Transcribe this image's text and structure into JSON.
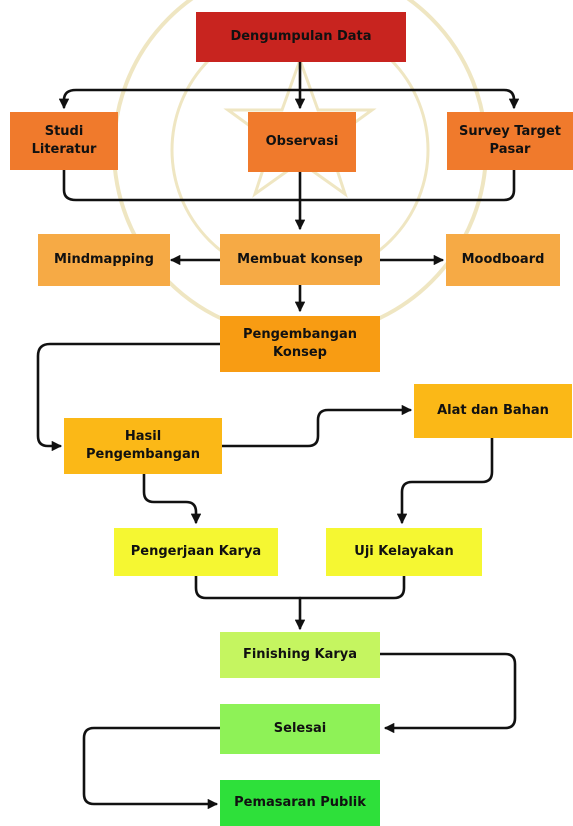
{
  "nodes": {
    "dengumpulan": {
      "label": "Dengumpulan Data",
      "color": "#c8241f"
    },
    "studi": {
      "label": "Studi\nLiteratur",
      "color": "#f07a2c"
    },
    "observasi": {
      "label": "Observasi",
      "color": "#f07a2c"
    },
    "survey": {
      "label": "Survey Target\nPasar",
      "color": "#f07a2c"
    },
    "mindmapping": {
      "label": "Mindmapping",
      "color": "#f6aa45"
    },
    "konsep": {
      "label": "Membuat konsep",
      "color": "#f6aa45"
    },
    "moodboard": {
      "label": "Moodboard",
      "color": "#f6aa45"
    },
    "pengembangan": {
      "label": "Pengembangan\nKonsep",
      "color": "#f89c13"
    },
    "hasil": {
      "label": "Hasil\nPengembangan",
      "color": "#fbb817"
    },
    "alat": {
      "label": "Alat dan Bahan",
      "color": "#fbb817"
    },
    "pengerjaan": {
      "label": "Pengerjaan Karya",
      "color": "#f5f732"
    },
    "uji": {
      "label": "Uji Kelayakan",
      "color": "#f5f732"
    },
    "finishing": {
      "label": "Finishing Karya",
      "color": "#c5f560"
    },
    "selesai": {
      "label": "Selesai",
      "color": "#8ef257"
    },
    "pemasaran": {
      "label": "Pemasaran Publik",
      "color": "#2ee03a"
    }
  },
  "watermark_color": "#efe6c2"
}
